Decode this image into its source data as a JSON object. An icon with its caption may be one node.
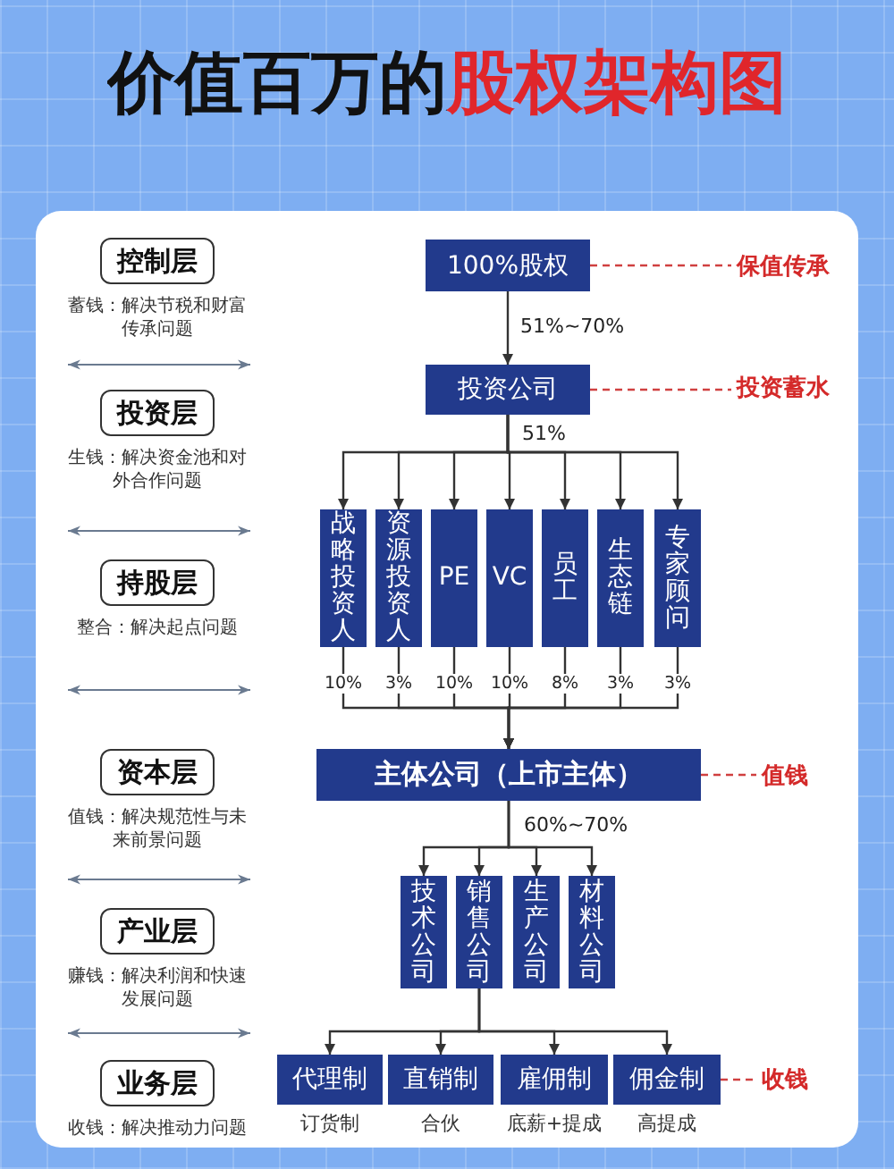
{
  "diagram": {
    "title": "价值百万的股权架构图",
    "nodes": [
      {
        "text": [
          "控制层"
        ],
        "beside": [
          "蓄钱：解决节税和财富传承问题"
        ]
      },
      {
        "text": [
          "投资层"
        ],
        "beside": [
          "生钱：解决资金池和对外合作问题"
        ]
      },
      {
        "text": [
          "持股层"
        ],
        "beside": [
          "整合：解决起点问题"
        ]
      },
      {
        "text": [
          "资本层"
        ],
        "beside": [
          "值钱：解决规范性与未来前景问题"
        ]
      },
      {
        "text": [
          "产业层"
        ],
        "beside": [
          "赚钱：解决利润和快速发展问题"
        ]
      },
      {
        "text": [
          "业务层"
        ],
        "beside": [
          "收钱：解决推动力问题"
        ]
      },
      {
        "text": [
          "100%股权"
        ]
      },
      {
        "text": [
          "投资公司"
        ]
      },
      {
        "text": [
          "战略投资人"
        ]
      },
      {
        "text": [
          "资源投资人"
        ]
      },
      {
        "text": [
          "PE"
        ]
      },
      {
        "text": [
          "VC"
        ]
      },
      {
        "text": [
          "员工"
        ]
      },
      {
        "text": [
          "生态链"
        ]
      },
      {
        "text": [
          "专家顾问"
        ]
      },
      {
        "text": [
          "主体公司（上市主体）"
        ]
      },
      {
        "text": [
          "技术公司"
        ]
      },
      {
        "text": [
          "销售公司"
        ]
      },
      {
        "text": [
          "生产公司"
        ]
      },
      {
        "text": [
          "材料公司"
        ]
      },
      {
        "text": [
          "代理制"
        ],
        "beside": [
          "订货制"
        ]
      },
      {
        "text": [
          "直销制"
        ],
        "beside": [
          "合伙"
        ]
      },
      {
        "text": [
          "雇佣制"
        ],
        "beside": [
          "底薪+提成"
        ]
      },
      {
        "text": [
          "佣金制"
        ],
        "beside": [
          "高提成"
        ]
      },
      {
        "text": [
          "保值传承"
        ]
      },
      {
        "text": [
          "投资蓄水"
        ]
      },
      {
        "text": [
          "值钱"
        ]
      },
      {
        "text": [
          "收钱"
        ]
      }
    ],
    "edges": [
      {
        "from": 6,
        "to": 7,
        "arrow": "to",
        "label": "51%~70%"
      },
      {
        "from": 7,
        "to": 8,
        "arrow": "to"
      },
      {
        "from": 7,
        "to": 9,
        "arrow": "to"
      },
      {
        "from": 7,
        "to": 10,
        "arrow": "to"
      },
      {
        "from": 7,
        "to": 11,
        "arrow": "to",
        "label": "51%"
      },
      {
        "from": 7,
        "to": 12,
        "arrow": "to"
      },
      {
        "from": 7,
        "to": 13,
        "arrow": "to"
      },
      {
        "from": 7,
        "to": 14,
        "arrow": "to"
      },
      {
        "from": 8,
        "to": 15,
        "arrow": "to",
        "label": "10%"
      },
      {
        "from": 9,
        "to": 15,
        "arrow": "to",
        "label": "3%"
      },
      {
        "from": 10,
        "to": 15,
        "arrow": "to",
        "label": "10%"
      },
      {
        "from": 11,
        "to": 15,
        "arrow": "to",
        "label": "10%"
      },
      {
        "from": 12,
        "to": 15,
        "arrow": "to",
        "label": "8%"
      },
      {
        "from": 13,
        "to": 15,
        "arrow": "to",
        "label": "3%"
      },
      {
        "from": 14,
        "to": 15,
        "arrow": "to",
        "label": "3%"
      },
      {
        "from": 15,
        "to": 16,
        "arrow": "to"
      },
      {
        "from": 15,
        "to": 17,
        "arrow": "to",
        "label": "60%~70%"
      },
      {
        "from": 15,
        "to": 18,
        "arrow": "to"
      },
      {
        "from": 15,
        "to": 19,
        "arrow": "to"
      },
      {
        "from": 17,
        "to": 20,
        "arrow": "to"
      },
      {
        "from": 17,
        "to": 21,
        "arrow": "to"
      },
      {
        "from": 17,
        "to": 22,
        "arrow": "to"
      },
      {
        "from": 17,
        "to": 23,
        "arrow": "to"
      },
      {
        "from": 6,
        "to": 24,
        "arrow": "none",
        "style": "dashed",
        "color": "#d04040"
      },
      {
        "from": 7,
        "to": 25,
        "arrow": "none",
        "style": "dashed",
        "color": "#d04040"
      },
      {
        "from": 15,
        "to": 26,
        "arrow": "none",
        "style": "dashed",
        "color": "#d04040"
      },
      {
        "from": 23,
        "to": 27,
        "arrow": "none",
        "style": "dashed",
        "color": "#d04040"
      }
    ]
  }
}
